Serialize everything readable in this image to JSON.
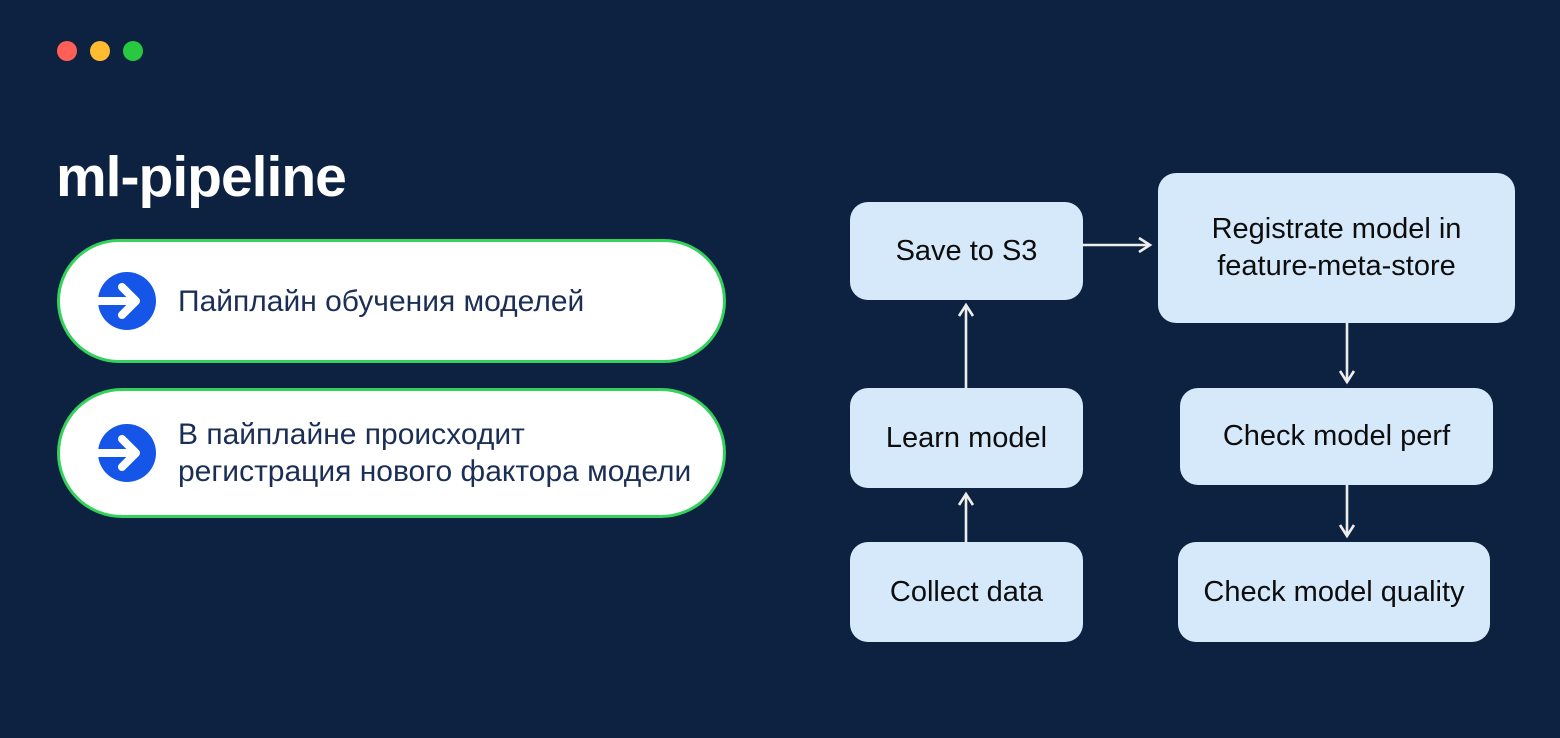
{
  "title": "ml-pipeline",
  "window_controls": [
    "close",
    "minimize",
    "zoom"
  ],
  "bullets": [
    {
      "icon": "arrow-right-circle",
      "lines": [
        "Пайплайн обучения моделей"
      ]
    },
    {
      "icon": "arrow-right-circle",
      "lines": [
        "В пайплайне происходит",
        "регистрация нового фактора модели"
      ]
    }
  ],
  "flowchart": {
    "nodes": [
      {
        "id": "collect-data",
        "label": "Collect data"
      },
      {
        "id": "learn-model",
        "label": "Learn model"
      },
      {
        "id": "save-to-s3",
        "label": "Save to S3"
      },
      {
        "id": "registrate-model",
        "label": "Registrate model in feature-meta-store"
      },
      {
        "id": "check-model-perf",
        "label": "Check model perf"
      },
      {
        "id": "check-model-quality",
        "label": "Check model quality"
      }
    ],
    "edges": [
      {
        "from": "collect-data",
        "to": "learn-model"
      },
      {
        "from": "learn-model",
        "to": "save-to-s3"
      },
      {
        "from": "save-to-s3",
        "to": "registrate-model"
      },
      {
        "from": "registrate-model",
        "to": "check-model-perf"
      },
      {
        "from": "check-model-perf",
        "to": "check-model-quality"
      }
    ]
  },
  "colors": {
    "background": "#0d2240",
    "title_text": "#ffffff",
    "bullet_bg": "#ffffff",
    "bullet_border": "#34d15b",
    "bullet_text": "#1b2e55",
    "bullet_icon_blue": "#1556e8",
    "node_bg": "#d6e9fa",
    "node_text": "#0d0d0d",
    "edge_color": "#ededed",
    "dot_red": "#ff5f57",
    "dot_yellow": "#febc2e",
    "dot_green": "#28c840"
  }
}
